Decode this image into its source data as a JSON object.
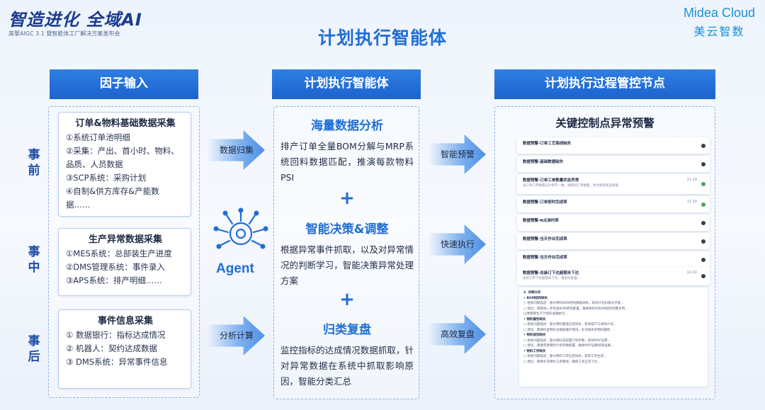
{
  "brand": {
    "title": "智造进化 全域AI",
    "subtitle": "美擎AIGC 3.1 暨智能体工厂解决方案发布会"
  },
  "logo": {
    "en": "Midea Cloud",
    "cn": "美云智数"
  },
  "page_title": "计划执行智能体",
  "columns": {
    "input": "因子输入",
    "agent": "计划执行智能体",
    "control": "计划执行过程管控节点"
  },
  "phases": [
    "事前",
    "事中",
    "事后"
  ],
  "inputs": [
    {
      "title": "订单&物料基础数据采集",
      "items": [
        "①系统订单池明细",
        "②采集：产出、首小时、物料、",
        "品质、人员数据",
        "③SCP系统：采购计划",
        "④自制&供方库存&产能数",
        "据……"
      ]
    },
    {
      "title": "生产异常数据采集",
      "items": [
        "①MES系统：总部装生产进度",
        "②DMS管理系统：事件录入",
        "③APS系统：排产明细……"
      ]
    },
    {
      "title": "事件信息采集",
      "items": [
        "① 数据银行：指标达成情况",
        "② 机器人：契约达成数据",
        "③ DMS系统：异常事件信息"
      ]
    }
  ],
  "left_arrows": [
    "数据归集",
    "分析计算"
  ],
  "agent_label": "Agent",
  "middle": [
    {
      "title": "海量数据分析",
      "text": "排产订单全量BOM分解与MRP系统回料数据匹配，推演每款物料PSI"
    },
    {
      "title": "智能决策&调整",
      "text": "根据异常事件抓取，以及对异常情况的判断学习，智能决策异常处理方案"
    },
    {
      "title": "归类复盘",
      "text": "监控指标的达成情况数据抓取，针对异常数据在系统中抓取影响原因，智能分类汇总"
    }
  ],
  "plus": "+",
  "right_arrows": [
    "智能预警",
    "快速执行",
    "高效复盘"
  ],
  "warning_title": "关键控制点异常预警",
  "alerts": [
    {
      "title": "数据预警-订单工艺路线缺失",
      "sub": "",
      "time": "",
      "dot": "dark"
    },
    {
      "title": "数据预警-基础数据缺失",
      "sub": "",
      "time": "",
      "dot": "dark"
    },
    {
      "title": "数据预警-订单工单数量状态异常",
      "sub": "该订单工单数量与计划不一致，请核对订单数量，并对系统状态修复…",
      "time": "11:19",
      "dot": "green"
    },
    {
      "title": "数据预警-订单按时完成率",
      "sub": "",
      "time": "11:19",
      "dot": "green"
    },
    {
      "title": "数据预警-N点准时率",
      "sub": "",
      "time": "",
      "dot": "dark"
    },
    {
      "title": "数据预警-当天作业完成率",
      "sub": "",
      "time": "",
      "dot": "dark"
    },
    {
      "title": "数据预警-当天作业完成率",
      "sub": "",
      "time": "",
      "dot": "dark"
    },
    {
      "title": "数据预警-总装订下达超期未下达",
      "sub": "总装订单下达超期未下达，请及时处理…",
      "time": "11:02",
      "dot": "dark"
    }
  ],
  "report_lines": [
    {
      "t": "2. 详细分析",
      "b": true
    },
    {
      "t": "• BOM结构缺失",
      "b": true
    },
    {
      "t": "   ○ 相关问题描述：部分物料BOM结构数据缺失，影响计划分解与齐套…",
      "b": false
    },
    {
      "t": "   ○ 建议：需要进一步检查BOM结构配置，确保物料的BOM结构完整可用…",
      "b": false
    },
    {
      "t": "     以便保障生产计划的准确执行…",
      "b": false
    },
    {
      "t": "• 物料属性缺失",
      "b": true
    },
    {
      "t": "   ○ 相关问题描述：部分物料属性信息缺失，影响排产与采购计划…",
      "b": false
    },
    {
      "t": "   ○ 建议：需要检查物料主数据维护情况，补充缺失的物料属性…",
      "b": false
    },
    {
      "t": "• 物料规划缺失",
      "b": true
    },
    {
      "t": "   ○ 相关问题描述：部分物料未配置计划参数，影响MRP运算…",
      "b": false
    },
    {
      "t": "   ○ 建议：需要完善物料计划参数配置，确保MRP运算结果准确…",
      "b": false
    },
    {
      "t": "• 物料工序缺失",
      "b": true
    },
    {
      "t": "   ○ 相关问题描述：部分物料工序信息缺失，影响工单生成…",
      "b": false
    },
    {
      "t": "   ○ 建议：需要补充物料工序路线，确保工单正常下达…",
      "b": false
    }
  ]
}
